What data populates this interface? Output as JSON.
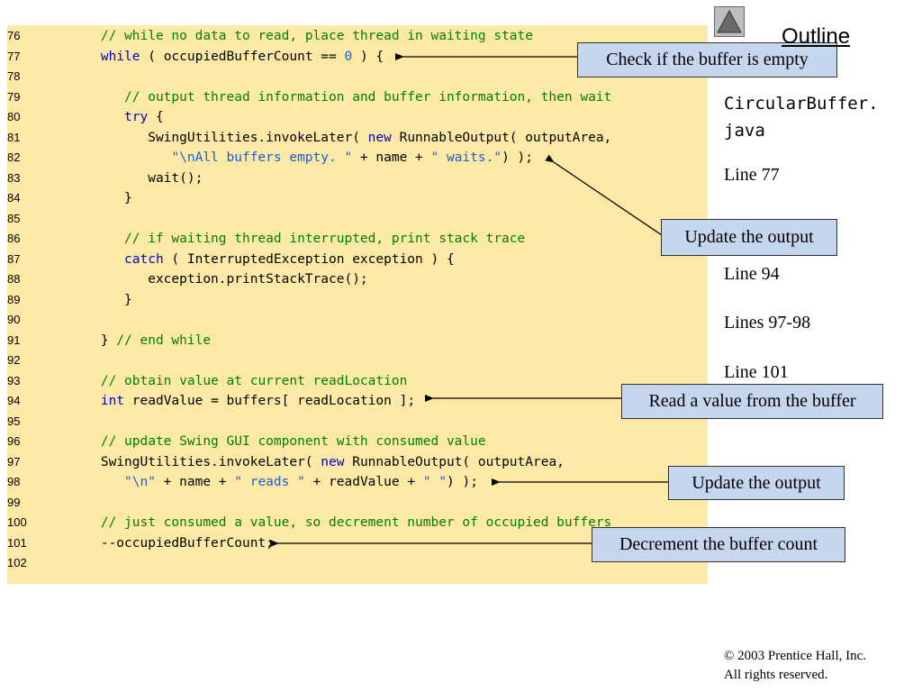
{
  "navigation": {
    "up_icon": "triangle-up-icon"
  },
  "outline": {
    "title": "Outline",
    "file_line1": "CircularBuffer.",
    "file_line2": "java",
    "refs": [
      "Line 77",
      "Line 94",
      "Lines 97-98",
      "Line 101"
    ]
  },
  "code_lines": [
    {
      "num": "76",
      "tokens": [
        {
          "t": "        ",
          "c": "n"
        },
        {
          "t": "// while no data to read, place thread in waiting state",
          "c": "c"
        }
      ]
    },
    {
      "num": "77",
      "tokens": [
        {
          "t": "        ",
          "c": "n"
        },
        {
          "t": "while",
          "c": "k"
        },
        {
          "t": " ( occupiedBufferCount == ",
          "c": "n"
        },
        {
          "t": "0",
          "c": "s"
        },
        {
          "t": " ) {",
          "c": "n"
        }
      ]
    },
    {
      "num": "78",
      "tokens": []
    },
    {
      "num": "79",
      "tokens": [
        {
          "t": "           ",
          "c": "n"
        },
        {
          "t": "// output thread information and buffer information, then wait",
          "c": "c"
        }
      ]
    },
    {
      "num": "80",
      "tokens": [
        {
          "t": "           ",
          "c": "n"
        },
        {
          "t": "try",
          "c": "k"
        },
        {
          "t": " {",
          "c": "n"
        }
      ]
    },
    {
      "num": "81",
      "tokens": [
        {
          "t": "              SwingUtilities.invokeLater( ",
          "c": "n"
        },
        {
          "t": "new",
          "c": "k"
        },
        {
          "t": " RunnableOutput( outputArea,",
          "c": "n"
        }
      ]
    },
    {
      "num": "82",
      "tokens": [
        {
          "t": "                 ",
          "c": "n"
        },
        {
          "t": "\"\\nAll buffers empty. \"",
          "c": "s"
        },
        {
          "t": " + name + ",
          "c": "n"
        },
        {
          "t": "\" waits.\"",
          "c": "s"
        },
        {
          "t": ") );",
          "c": "n"
        }
      ]
    },
    {
      "num": "83",
      "tokens": [
        {
          "t": "              wait();",
          "c": "n"
        }
      ]
    },
    {
      "num": "84",
      "tokens": [
        {
          "t": "           }",
          "c": "n"
        }
      ]
    },
    {
      "num": "85",
      "tokens": []
    },
    {
      "num": "86",
      "tokens": [
        {
          "t": "           ",
          "c": "n"
        },
        {
          "t": "// if waiting thread interrupted, print stack trace",
          "c": "c"
        }
      ]
    },
    {
      "num": "87",
      "tokens": [
        {
          "t": "           ",
          "c": "n"
        },
        {
          "t": "catch",
          "c": "k"
        },
        {
          "t": " ( InterruptedException exception ) {",
          "c": "n"
        }
      ]
    },
    {
      "num": "88",
      "tokens": [
        {
          "t": "              exception.printStackTrace();",
          "c": "n"
        }
      ]
    },
    {
      "num": "89",
      "tokens": [
        {
          "t": "           }",
          "c": "n"
        }
      ]
    },
    {
      "num": "90",
      "tokens": []
    },
    {
      "num": "91",
      "tokens": [
        {
          "t": "        } ",
          "c": "n"
        },
        {
          "t": "// end while",
          "c": "c"
        }
      ]
    },
    {
      "num": "92",
      "tokens": []
    },
    {
      "num": "93",
      "tokens": [
        {
          "t": "        ",
          "c": "n"
        },
        {
          "t": "// obtain value at current readLocation",
          "c": "c"
        }
      ]
    },
    {
      "num": "94",
      "tokens": [
        {
          "t": "        ",
          "c": "n"
        },
        {
          "t": "int",
          "c": "k"
        },
        {
          "t": " readValue = buffers[ readLocation ];",
          "c": "n"
        }
      ]
    },
    {
      "num": "95",
      "tokens": []
    },
    {
      "num": "96",
      "tokens": [
        {
          "t": "        ",
          "c": "n"
        },
        {
          "t": "// update Swing GUI component with consumed value",
          "c": "c"
        }
      ]
    },
    {
      "num": "97",
      "tokens": [
        {
          "t": "        SwingUtilities.invokeLater( ",
          "c": "n"
        },
        {
          "t": "new",
          "c": "k"
        },
        {
          "t": " RunnableOutput( outputArea,",
          "c": "n"
        }
      ]
    },
    {
      "num": "98",
      "tokens": [
        {
          "t": "           ",
          "c": "n"
        },
        {
          "t": "\"\\n\"",
          "c": "s"
        },
        {
          "t": " + name + ",
          "c": "n"
        },
        {
          "t": "\" reads \"",
          "c": "s"
        },
        {
          "t": " + readValue + ",
          "c": "n"
        },
        {
          "t": "\" \"",
          "c": "s"
        },
        {
          "t": ") );",
          "c": "n"
        }
      ]
    },
    {
      "num": "99",
      "tokens": []
    },
    {
      "num": "100",
      "tokens": [
        {
          "t": "        ",
          "c": "n"
        },
        {
          "t": "// just consumed a value, so decrement number of occupied buffers",
          "c": "c"
        }
      ]
    },
    {
      "num": "101",
      "tokens": [
        {
          "t": "        --occupiedBufferCount;",
          "c": "n"
        }
      ]
    },
    {
      "num": "102",
      "tokens": []
    }
  ],
  "callouts": {
    "check_empty": "Check if the buffer is empty",
    "update_output_1": "Update the output",
    "read_value": "Read a value from the buffer",
    "update_output_2": "Update the output",
    "decrement": "Decrement the buffer count"
  },
  "footer": {
    "copyright": "© 2003 Prentice Hall, Inc.",
    "rights": "All rights reserved."
  }
}
